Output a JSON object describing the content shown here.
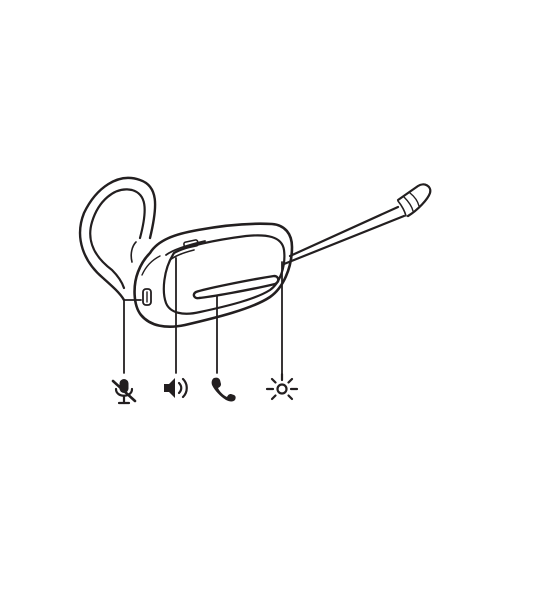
{
  "diagram": {
    "subject": "headset",
    "ink_color": "#231f20",
    "background_color": "#ffffff",
    "callouts": [
      {
        "id": "mute",
        "icon": "mute-microphone-icon"
      },
      {
        "id": "volume",
        "icon": "speaker-volume-icon"
      },
      {
        "id": "call",
        "icon": "phone-handset-icon"
      },
      {
        "id": "indicator",
        "icon": "indicator-light-icon"
      }
    ]
  }
}
